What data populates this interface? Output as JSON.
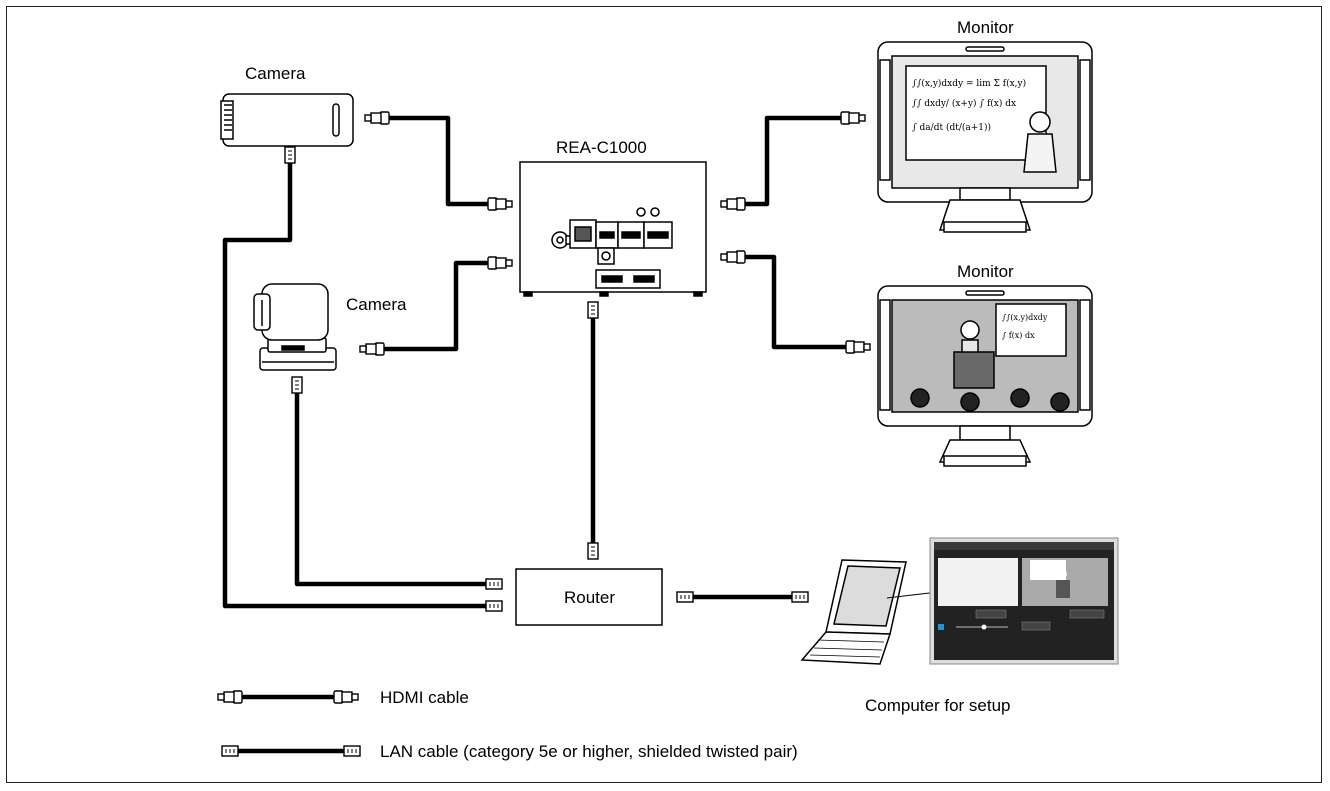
{
  "labels": {
    "camera_top": "Camera",
    "camera_ptz": "Camera",
    "rea": "REA-C1000",
    "monitor_top": "Monitor",
    "monitor_bottom": "Monitor",
    "router": "Router",
    "computer": "Computer for setup"
  },
  "legend": {
    "hdmi": "HDMI cable",
    "lan": "LAN cable (category 5e or higher, shielded twisted pair)"
  }
}
